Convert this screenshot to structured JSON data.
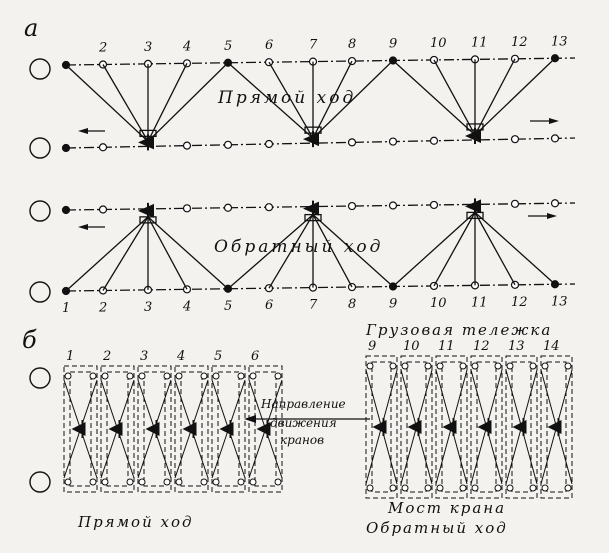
{
  "part_labels": {
    "a": "а",
    "b": "б"
  },
  "part_a": {
    "station_numbers_top": [
      "2",
      "3",
      "4",
      "5",
      "6",
      "7",
      "8",
      "9",
      "10",
      "11",
      "12",
      "13"
    ],
    "station_numbers_bottom": [
      "1",
      "2",
      "3",
      "4",
      "5",
      "6",
      "7",
      "8",
      "9",
      "10",
      "11",
      "12",
      "13"
    ],
    "caption_forward": "Прямой ход",
    "caption_reverse": "Обратный ход"
  },
  "part_b": {
    "numbers_left": [
      "1",
      "2",
      "3",
      "4",
      "5",
      "6"
    ],
    "numbers_right": [
      "9",
      "10",
      "11",
      "12",
      "13",
      "14"
    ],
    "label_trolley": "Грузовая тележка",
    "label_direction_line1": "Направление",
    "label_direction_line2": "движения",
    "label_direction_line3": "кранов",
    "label_bridge": "Мост крана",
    "caption_forward": "Прямой ход",
    "caption_reverse": "Обратный ход"
  }
}
